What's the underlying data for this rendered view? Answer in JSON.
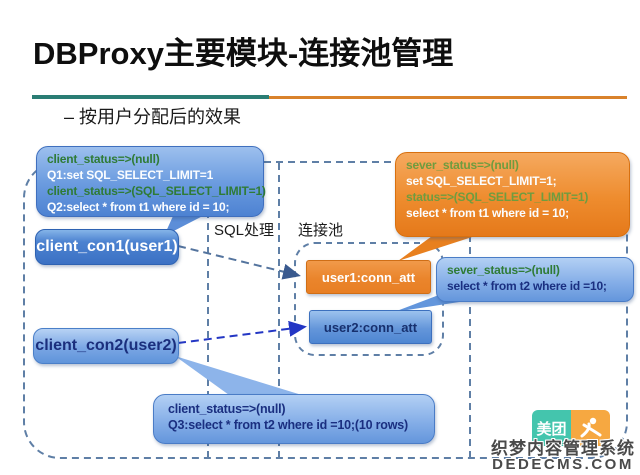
{
  "slide": {
    "title": "DBProxy主要模块-连接池管理",
    "subtitle": "– 按用户分配后的效果"
  },
  "diagram": {
    "zones": {
      "sql_label": "SQL处理",
      "pool_label": "连接池"
    },
    "client_callout": {
      "lines": [
        "client_status=>(null)",
        "Q1:set SQL_SELECT_LIMIT=1",
        "client_status=>(SQL_SELECT_LIMIT=1)",
        "Q2:select * from t1 where id = 10;"
      ]
    },
    "server_callout": {
      "lines": [
        "sever_status=>(null)",
        "set SQL_SELECT_LIMIT=1;",
        "status=>(SQL_SELECT_LIMIT=1)",
        "select * from t1 where id = 10;"
      ]
    },
    "server2_callout": {
      "lines": [
        "sever_status=>(null)",
        "select * from t2 where id =10;"
      ]
    },
    "client2_callout": {
      "lines": [
        "client_status=>(null)",
        "Q3:select * from t2 where id =10;(10 rows)"
      ]
    },
    "boxes": {
      "client_con1": "client_con1(user1)",
      "client_con2": "client_con2(user2)",
      "user1_conn": "user1:conn_att",
      "user2_conn": "user2:conn_att"
    }
  },
  "footer": {
    "logo_text": "美团",
    "watermark_line1": "织梦内容管理系统",
    "watermark_line2": "DEDECMS.COM"
  },
  "colors": {
    "accent_teal": "#2a7d74",
    "accent_orange": "#d9822b",
    "status_green": "#2f7b36",
    "query_navy": "#1a2f80",
    "bubble_blue": "#6d9de0",
    "bubble_orange": "#ee8c2e",
    "dash_slate": "#5f7fa6",
    "arrow_blue": "#2336c4",
    "logo_teal": "#44c5ad",
    "logo_orange": "#f6a841"
  }
}
